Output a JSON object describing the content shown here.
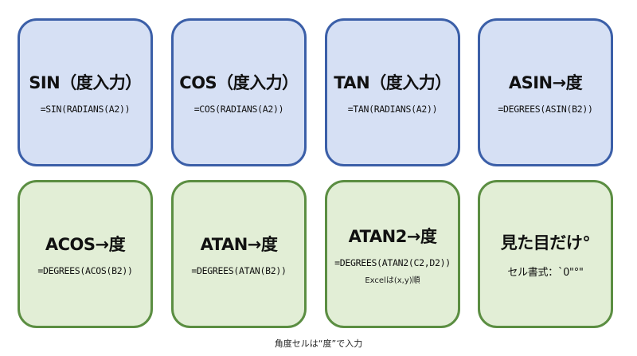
{
  "cards": [
    {
      "title": "SIN（度入力）",
      "formula": "=SIN(RADIANS(A2))",
      "style": "blue"
    },
    {
      "title": "COS（度入力）",
      "formula": "=COS(RADIANS(A2))",
      "style": "blue"
    },
    {
      "title": "TAN（度入力）",
      "formula": "=TAN(RADIANS(A2))",
      "style": "blue"
    },
    {
      "title": "ASIN→度",
      "formula": "=DEGREES(ASIN(B2))",
      "style": "blue"
    },
    {
      "title": "ACOS→度",
      "formula": "=DEGREES(ACOS(B2))",
      "style": "green"
    },
    {
      "title": "ATAN→度",
      "formula": "=DEGREES(ATAN(B2))",
      "style": "green"
    },
    {
      "title": "ATAN2→度",
      "formula": "=DEGREES(ATAN2(C2,D2))",
      "note": "Excelは(x,y)順",
      "style": "green"
    },
    {
      "title": "見た目だけ°",
      "formula": "セル書式：`0\"°\"",
      "style": "green"
    }
  ],
  "footer": "角度セルは“度”で入力",
  "colors": {
    "blue_fill": "#d6e0f4",
    "blue_border": "#3b5fa8",
    "green_fill": "#e2eed6",
    "green_border": "#5b8e42"
  }
}
